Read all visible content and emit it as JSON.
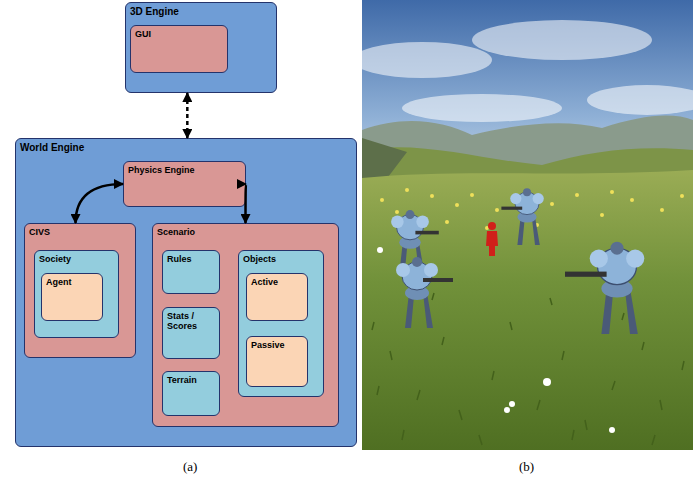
{
  "diagram": {
    "nodes": [
      {
        "text": [
          "3D Engine"
        ]
      },
      {
        "text": [
          "GUI"
        ],
        "in": 0
      },
      {
        "text": [
          "World Engine"
        ]
      },
      {
        "text": [
          "Physics Engine"
        ],
        "in": 2
      },
      {
        "text": [
          "CIVS"
        ],
        "in": 2
      },
      {
        "text": [
          "Society"
        ],
        "in": 4
      },
      {
        "text": [
          "Agent"
        ],
        "in": 5
      },
      {
        "text": [
          "Scenario"
        ],
        "in": 2
      },
      {
        "text": [
          "Rules"
        ],
        "in": 7
      },
      {
        "text": [
          "Stats / Scores"
        ],
        "in": 7
      },
      {
        "text": [
          "Terrain"
        ],
        "in": 7
      },
      {
        "text": [
          "Objects"
        ],
        "in": 7
      },
      {
        "text": [
          "Active"
        ],
        "in": 11
      },
      {
        "text": [
          "Passive"
        ],
        "in": 11
      }
    ],
    "edges": [
      {
        "from": 0,
        "to": 2,
        "arrow": "both"
      },
      {
        "from": 3,
        "to": 4,
        "arrow": "both"
      },
      {
        "from": 3,
        "to": 7,
        "arrow": "both"
      }
    ],
    "labels": [
      "(a)",
      "(b)"
    ]
  }
}
